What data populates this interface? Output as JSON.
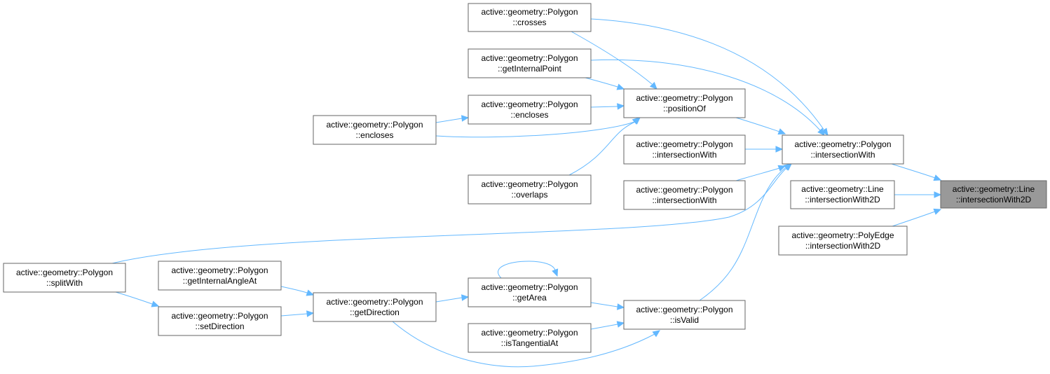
{
  "diagram": {
    "colors": {
      "edge": "#63b8ff",
      "node_border": "#666666",
      "node_fill": "#ffffff",
      "root_fill": "#999999"
    },
    "nodes": {
      "root": {
        "line1": "active::geometry::Line",
        "line2": "::intersectionWith2D"
      },
      "pgIw": {
        "line1": "active::geometry::Polygon",
        "line2": "::intersectionWith"
      },
      "lnIw": {
        "line1": "active::geometry::Line",
        "line2": "::intersectionWith2D"
      },
      "peIw": {
        "line1": "active::geometry::PolyEdge",
        "line2": "::intersectionWith2D"
      },
      "cross": {
        "line1": "active::geometry::Polygon",
        "line2": "::crosses"
      },
      "gip": {
        "line1": "active::geometry::Polygon",
        "line2": "::getInternalPoint"
      },
      "posOf": {
        "line1": "active::geometry::Polygon",
        "line2": "::positionOf"
      },
      "encl1": {
        "line1": "active::geometry::Polygon",
        "line2": "::encloses"
      },
      "encl2": {
        "line1": "active::geometry::Polygon",
        "line2": "::encloses"
      },
      "iw2": {
        "line1": "active::geometry::Polygon",
        "line2": "::intersectionWith"
      },
      "iw3": {
        "line1": "active::geometry::Polygon",
        "line2": "::intersectionWith"
      },
      "ovl": {
        "line1": "active::geometry::Polygon",
        "line2": "::overlaps"
      },
      "split": {
        "line1": "active::geometry::Polygon",
        "line2": "::splitWith"
      },
      "giaa": {
        "line1": "active::geometry::Polygon",
        "line2": "::getInternalAngleAt"
      },
      "setDir": {
        "line1": "active::geometry::Polygon",
        "line2": "::setDirection"
      },
      "getDir": {
        "line1": "active::geometry::Polygon",
        "line2": "::getDirection"
      },
      "getArea": {
        "line1": "active::geometry::Polygon",
        "line2": "::getArea"
      },
      "isTan": {
        "line1": "active::geometry::Polygon",
        "line2": "::isTangentialAt"
      },
      "isVal": {
        "line1": "active::geometry::Polygon",
        "line2": "::isValid"
      }
    },
    "edges": [
      {
        "from": "pgIw",
        "to": "root"
      },
      {
        "from": "lnIw",
        "to": "root"
      },
      {
        "from": "peIw",
        "to": "root"
      },
      {
        "from": "cross",
        "to": "pgIw"
      },
      {
        "from": "gip",
        "to": "pgIw"
      },
      {
        "from": "posOf",
        "to": "pgIw"
      },
      {
        "from": "iw2",
        "to": "pgIw"
      },
      {
        "from": "iw3",
        "to": "pgIw"
      },
      {
        "from": "split",
        "to": "pgIw"
      },
      {
        "from": "isVal",
        "to": "pgIw"
      },
      {
        "from": "cross",
        "to": "posOf"
      },
      {
        "from": "gip",
        "to": "posOf"
      },
      {
        "from": "encl1",
        "to": "posOf"
      },
      {
        "from": "encl2",
        "to": "posOf"
      },
      {
        "from": "ovl",
        "to": "posOf"
      },
      {
        "from": "encl2",
        "to": "encl1"
      },
      {
        "from": "getArea",
        "to": "getArea"
      },
      {
        "from": "getArea",
        "to": "isVal"
      },
      {
        "from": "isTan",
        "to": "isVal"
      },
      {
        "from": "getDir",
        "to": "isVal"
      },
      {
        "from": "getDir",
        "to": "getArea"
      },
      {
        "from": "giaa",
        "to": "getDir"
      },
      {
        "from": "setDir",
        "to": "getDir"
      },
      {
        "from": "split",
        "to": "setDir"
      }
    ]
  }
}
